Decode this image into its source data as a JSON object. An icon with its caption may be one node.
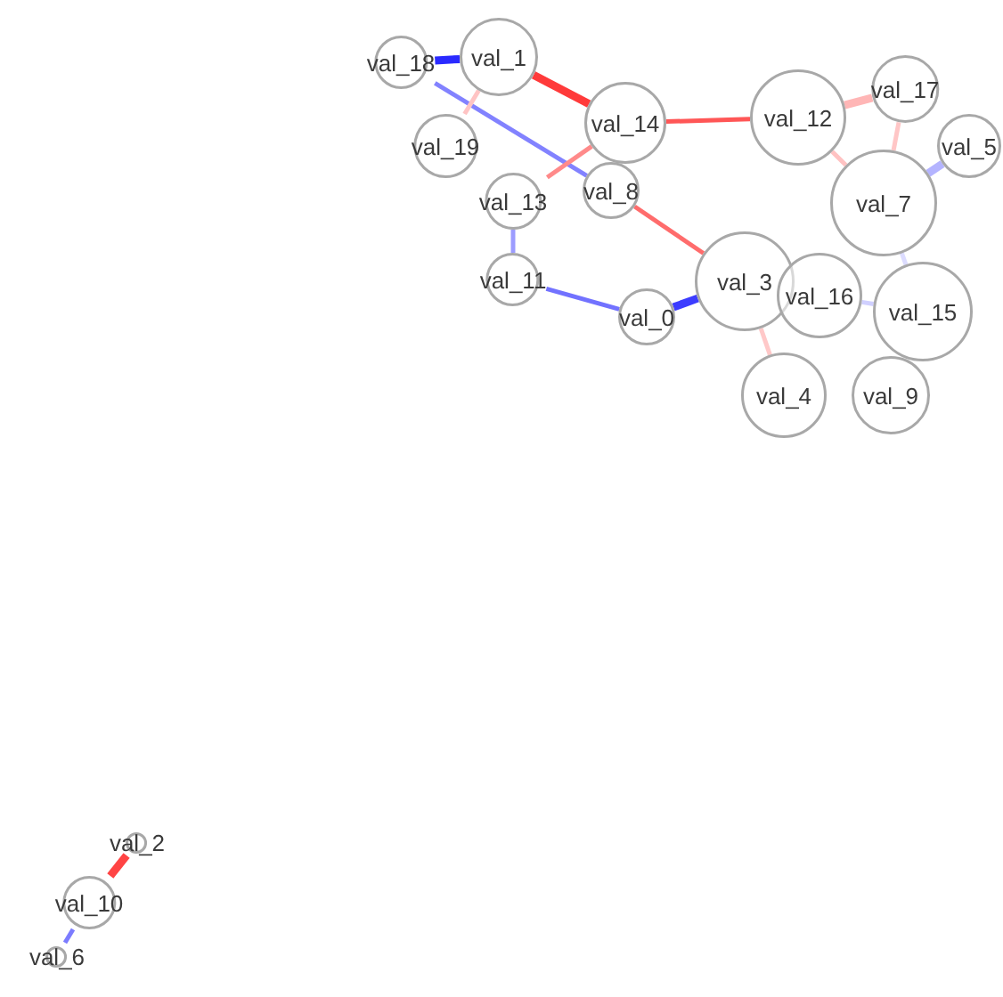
{
  "diagram": {
    "nodes": [
      {
        "text": [
          "val_18"
        ]
      },
      {
        "text": [
          "val_1"
        ]
      },
      {
        "text": [
          "val_14"
        ]
      },
      {
        "text": [
          "val_12"
        ]
      },
      {
        "text": [
          "val_17"
        ]
      },
      {
        "text": [
          "val_5"
        ]
      },
      {
        "text": [
          "val_19"
        ]
      },
      {
        "text": [
          "val_13"
        ]
      },
      {
        "text": [
          "val_8"
        ]
      },
      {
        "text": [
          "val_7"
        ]
      },
      {
        "text": [
          "val_11"
        ]
      },
      {
        "text": [
          "val_3"
        ]
      },
      {
        "text": [
          "val_16"
        ]
      },
      {
        "text": [
          "val_15"
        ]
      },
      {
        "text": [
          "val_0"
        ]
      },
      {
        "text": [
          "val_4"
        ]
      },
      {
        "text": [
          "val_9"
        ]
      },
      {
        "text": [
          "val_2"
        ]
      },
      {
        "text": [
          "val_10"
        ]
      },
      {
        "text": [
          "val_6"
        ]
      }
    ],
    "edges": [
      {
        "from": 0,
        "to": 1,
        "arrow": "none",
        "style": "thick",
        "color": "#2a2aff"
      },
      {
        "from": 0,
        "to": 8,
        "arrow": "none",
        "color": "#8282ff"
      },
      {
        "from": 1,
        "to": 6,
        "arrow": "none",
        "color": "#ffc4c4"
      },
      {
        "from": 1,
        "to": 2,
        "arrow": "none",
        "style": "thick",
        "color": "#ff3a3a"
      },
      {
        "from": 2,
        "to": 3,
        "arrow": "none",
        "color": "#ff5656"
      },
      {
        "from": 2,
        "to": 7,
        "arrow": "none",
        "color": "#ff8a8a"
      },
      {
        "from": 7,
        "to": 10,
        "arrow": "none",
        "color": "#9c9cff"
      },
      {
        "from": 10,
        "to": 14,
        "arrow": "none",
        "color": "#7272ff"
      },
      {
        "from": 14,
        "to": 11,
        "arrow": "none",
        "style": "thick",
        "color": "#3c3cff"
      },
      {
        "from": 8,
        "to": 11,
        "arrow": "none",
        "color": "#ff6c6c"
      },
      {
        "from": 3,
        "to": 4,
        "arrow": "none",
        "style": "thick",
        "color": "#ffb6b6"
      },
      {
        "from": 3,
        "to": 9,
        "arrow": "none",
        "color": "#ffc2c2"
      },
      {
        "from": 4,
        "to": 9,
        "arrow": "none",
        "color": "#ffc6c6"
      },
      {
        "from": 5,
        "to": 9,
        "arrow": "none",
        "style": "thick",
        "color": "#b4b4ff"
      },
      {
        "from": 9,
        "to": 13,
        "arrow": "none",
        "color": "#dcdcff"
      },
      {
        "from": 11,
        "to": 15,
        "arrow": "none",
        "color": "#ffc8c8"
      },
      {
        "from": 12,
        "to": 13,
        "arrow": "none",
        "color": "#d0d0ff"
      },
      {
        "from": 18,
        "to": 17,
        "arrow": "none",
        "style": "thick",
        "color": "#ff4444"
      },
      {
        "from": 18,
        "to": 19,
        "arrow": "none",
        "color": "#7c7cff"
      }
    ]
  }
}
